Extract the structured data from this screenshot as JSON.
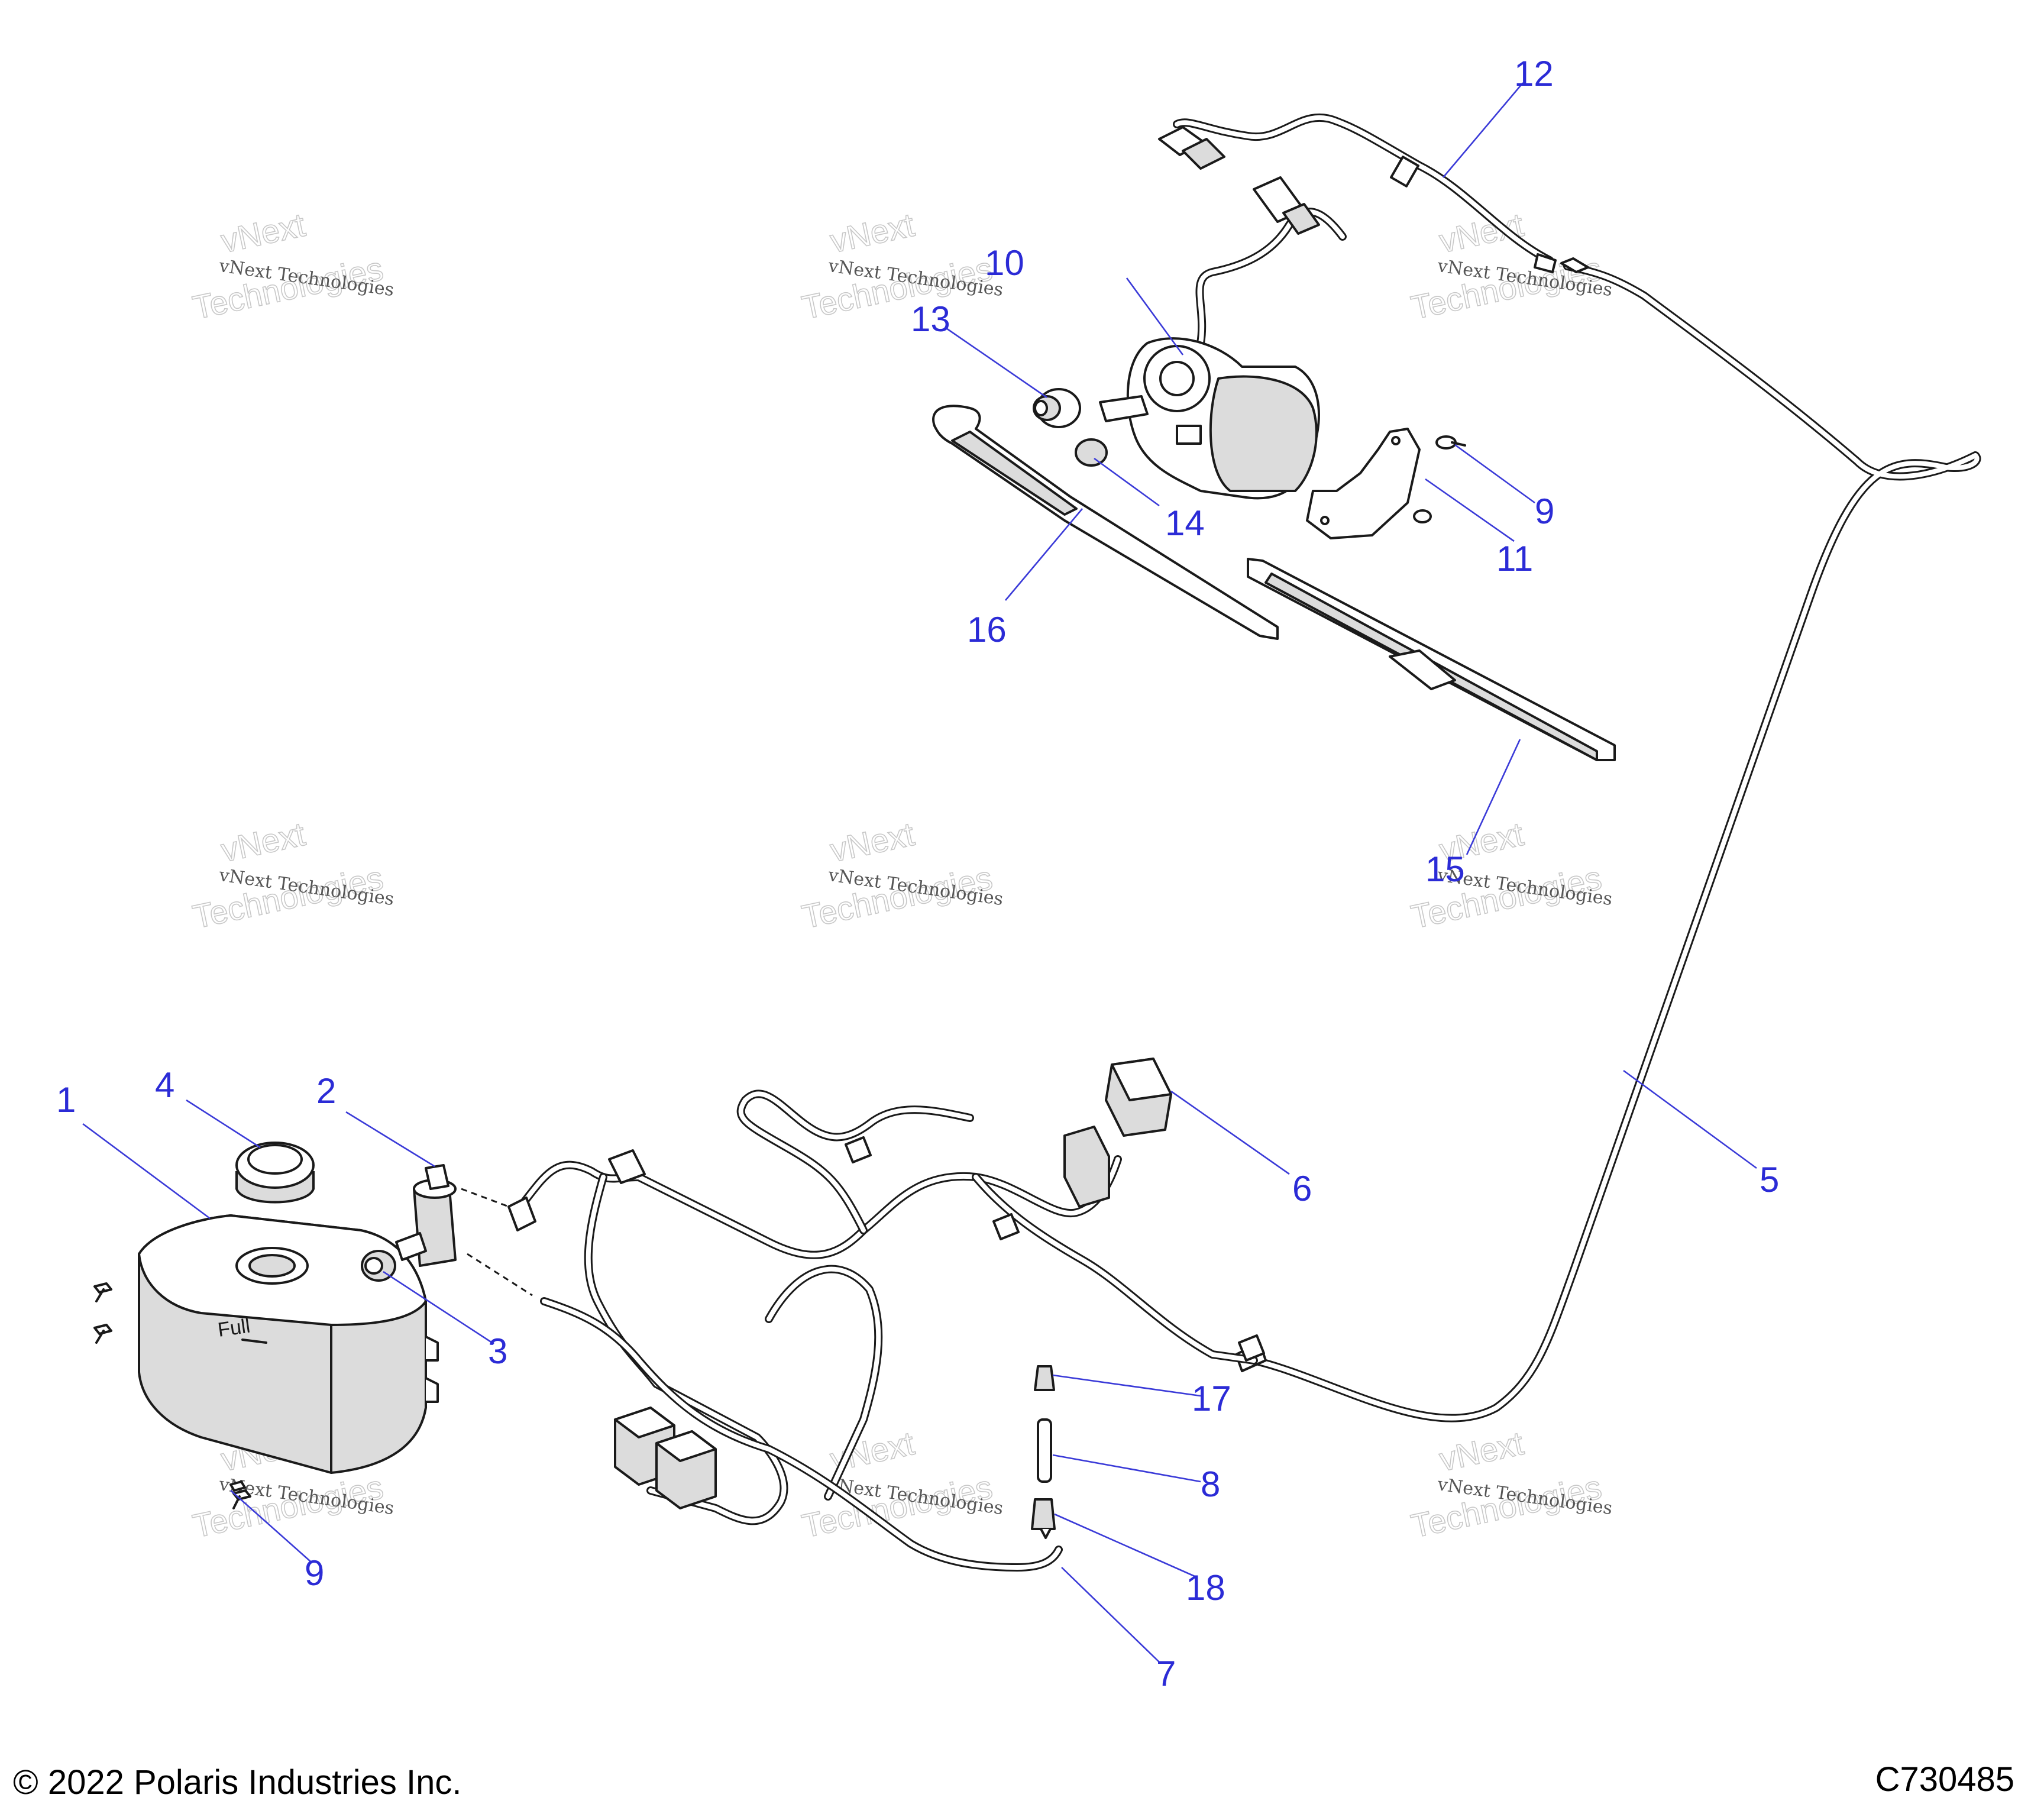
{
  "footer": {
    "copyright": "© 2022 Polaris Industries Inc.",
    "figure_id": "C730485"
  },
  "watermark": {
    "line1": "vNext Technologies",
    "line2": "vNext",
    "line3": "Technologies"
  },
  "callouts": [
    {
      "label": "1"
    },
    {
      "label": "2"
    },
    {
      "label": "3"
    },
    {
      "label": "4"
    },
    {
      "label": "5"
    },
    {
      "label": "6"
    },
    {
      "label": "7"
    },
    {
      "label": "8"
    },
    {
      "label": "9"
    },
    {
      "label": "9"
    },
    {
      "label": "10"
    },
    {
      "label": "11"
    },
    {
      "label": "12"
    },
    {
      "label": "13"
    },
    {
      "label": "14"
    },
    {
      "label": "15"
    },
    {
      "label": "16"
    },
    {
      "label": "17"
    },
    {
      "label": "18"
    }
  ],
  "tank_text": "Full",
  "colors": {
    "callout": "#2b2bd6",
    "line": "#1a1a1a",
    "shade": "#dcdcdc"
  }
}
